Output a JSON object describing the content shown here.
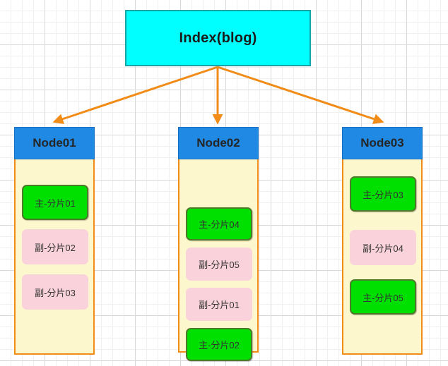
{
  "diagram": {
    "root": {
      "label": "Index(blog)",
      "fill": "#00ffff",
      "border": "#17a3a8"
    },
    "edge_color": "#f28c18",
    "node_header_fill": "#2089e4",
    "node_body_fill": "#fdf7cd",
    "node_body_border": "#f28c18",
    "primary_fill": "#00e000",
    "primary_border": "#4f7a2a",
    "replica_fill": "#fad2dc",
    "nodes": [
      {
        "label": "Node01",
        "shards": [
          {
            "label": "主-分片01",
            "type": "primary"
          },
          {
            "label": "副-分片02",
            "type": "replica"
          },
          {
            "label": "副-分片03",
            "type": "replica"
          }
        ]
      },
      {
        "label": "Node02",
        "shards": [
          {
            "label": "主-分片04",
            "type": "primary"
          },
          {
            "label": "副-分片05",
            "type": "replica"
          },
          {
            "label": "副-分片01",
            "type": "replica"
          },
          {
            "label": "主-分片02",
            "type": "primary"
          }
        ]
      },
      {
        "label": "Node03",
        "shards": [
          {
            "label": "主-分片03",
            "type": "primary"
          },
          {
            "label": "副-分片04",
            "type": "replica"
          },
          {
            "label": "主-分片05",
            "type": "primary"
          }
        ]
      }
    ]
  }
}
